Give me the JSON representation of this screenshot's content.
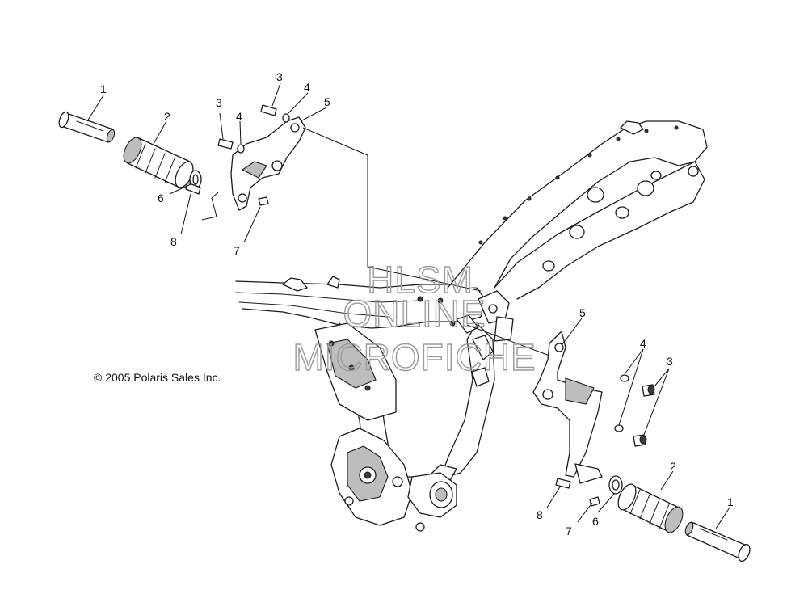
{
  "copyright": "© 2005 Polaris Sales Inc.",
  "watermark": [
    "HLSM",
    "ONLINE",
    "MICROFICHE"
  ],
  "callouts": {
    "left": {
      "c1": "1",
      "c2": "2",
      "c3a": "3",
      "c3b": "3",
      "c4a": "4",
      "c4b": "4",
      "c5": "5",
      "c6": "6",
      "c7": "7",
      "c8": "8"
    },
    "right": {
      "c1": "1",
      "c2": "2",
      "c3": "3",
      "c4": "4",
      "c5": "5",
      "c6": "6",
      "c7": "7",
      "c8": "8"
    }
  }
}
